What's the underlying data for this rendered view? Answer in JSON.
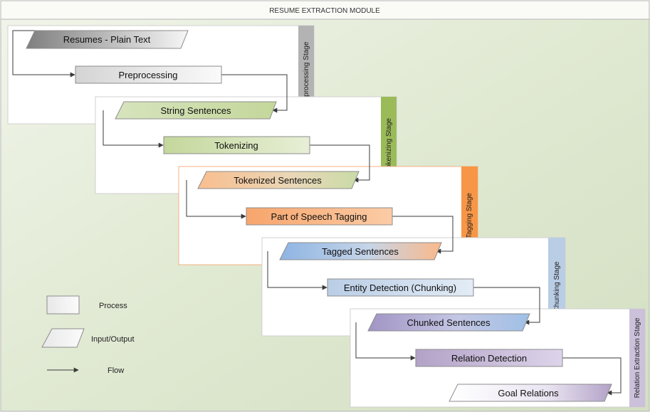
{
  "title": "RESUME EXTRACTION MODULE",
  "stages": [
    {
      "key": "preprocessing",
      "label": "Preprocessing Stage",
      "color": "#b3b3b3"
    },
    {
      "key": "tokenizing",
      "label": "Tokenizing Stage",
      "color": "#9bbb59"
    },
    {
      "key": "tagging",
      "label": "Tagging Stage",
      "color": "#f79646"
    },
    {
      "key": "chunking",
      "label": "Chunking Stage",
      "color": "#b9cde5"
    },
    {
      "key": "relation",
      "label": "Relation Extraction Stage",
      "color": "#ccc1da"
    }
  ],
  "nodes": [
    {
      "key": "resumes",
      "shape": "io",
      "label": "Resumes - Plain Text"
    },
    {
      "key": "preprocessing",
      "shape": "process",
      "label": "Preprocessing"
    },
    {
      "key": "string-sentences",
      "shape": "io",
      "label": "String Sentences"
    },
    {
      "key": "tokenizing",
      "shape": "process",
      "label": "Tokenizing"
    },
    {
      "key": "tokenized-sentences",
      "shape": "io",
      "label": "Tokenized Sentences"
    },
    {
      "key": "pos-tagging",
      "shape": "process",
      "label": "Part of Speech Tagging"
    },
    {
      "key": "tagged-sentences",
      "shape": "io",
      "label": "Tagged Sentences"
    },
    {
      "key": "entity-detection",
      "shape": "process",
      "label": "Entity Detection (Chunking)"
    },
    {
      "key": "chunked-sentences",
      "shape": "io",
      "label": "Chunked Sentences"
    },
    {
      "key": "relation-detection",
      "shape": "process",
      "label": "Relation Detection"
    },
    {
      "key": "goal-relations",
      "shape": "io",
      "label": "Goal Relations"
    }
  ],
  "legend": {
    "process": "Process",
    "io": "Input/Output",
    "flow": "Flow"
  }
}
